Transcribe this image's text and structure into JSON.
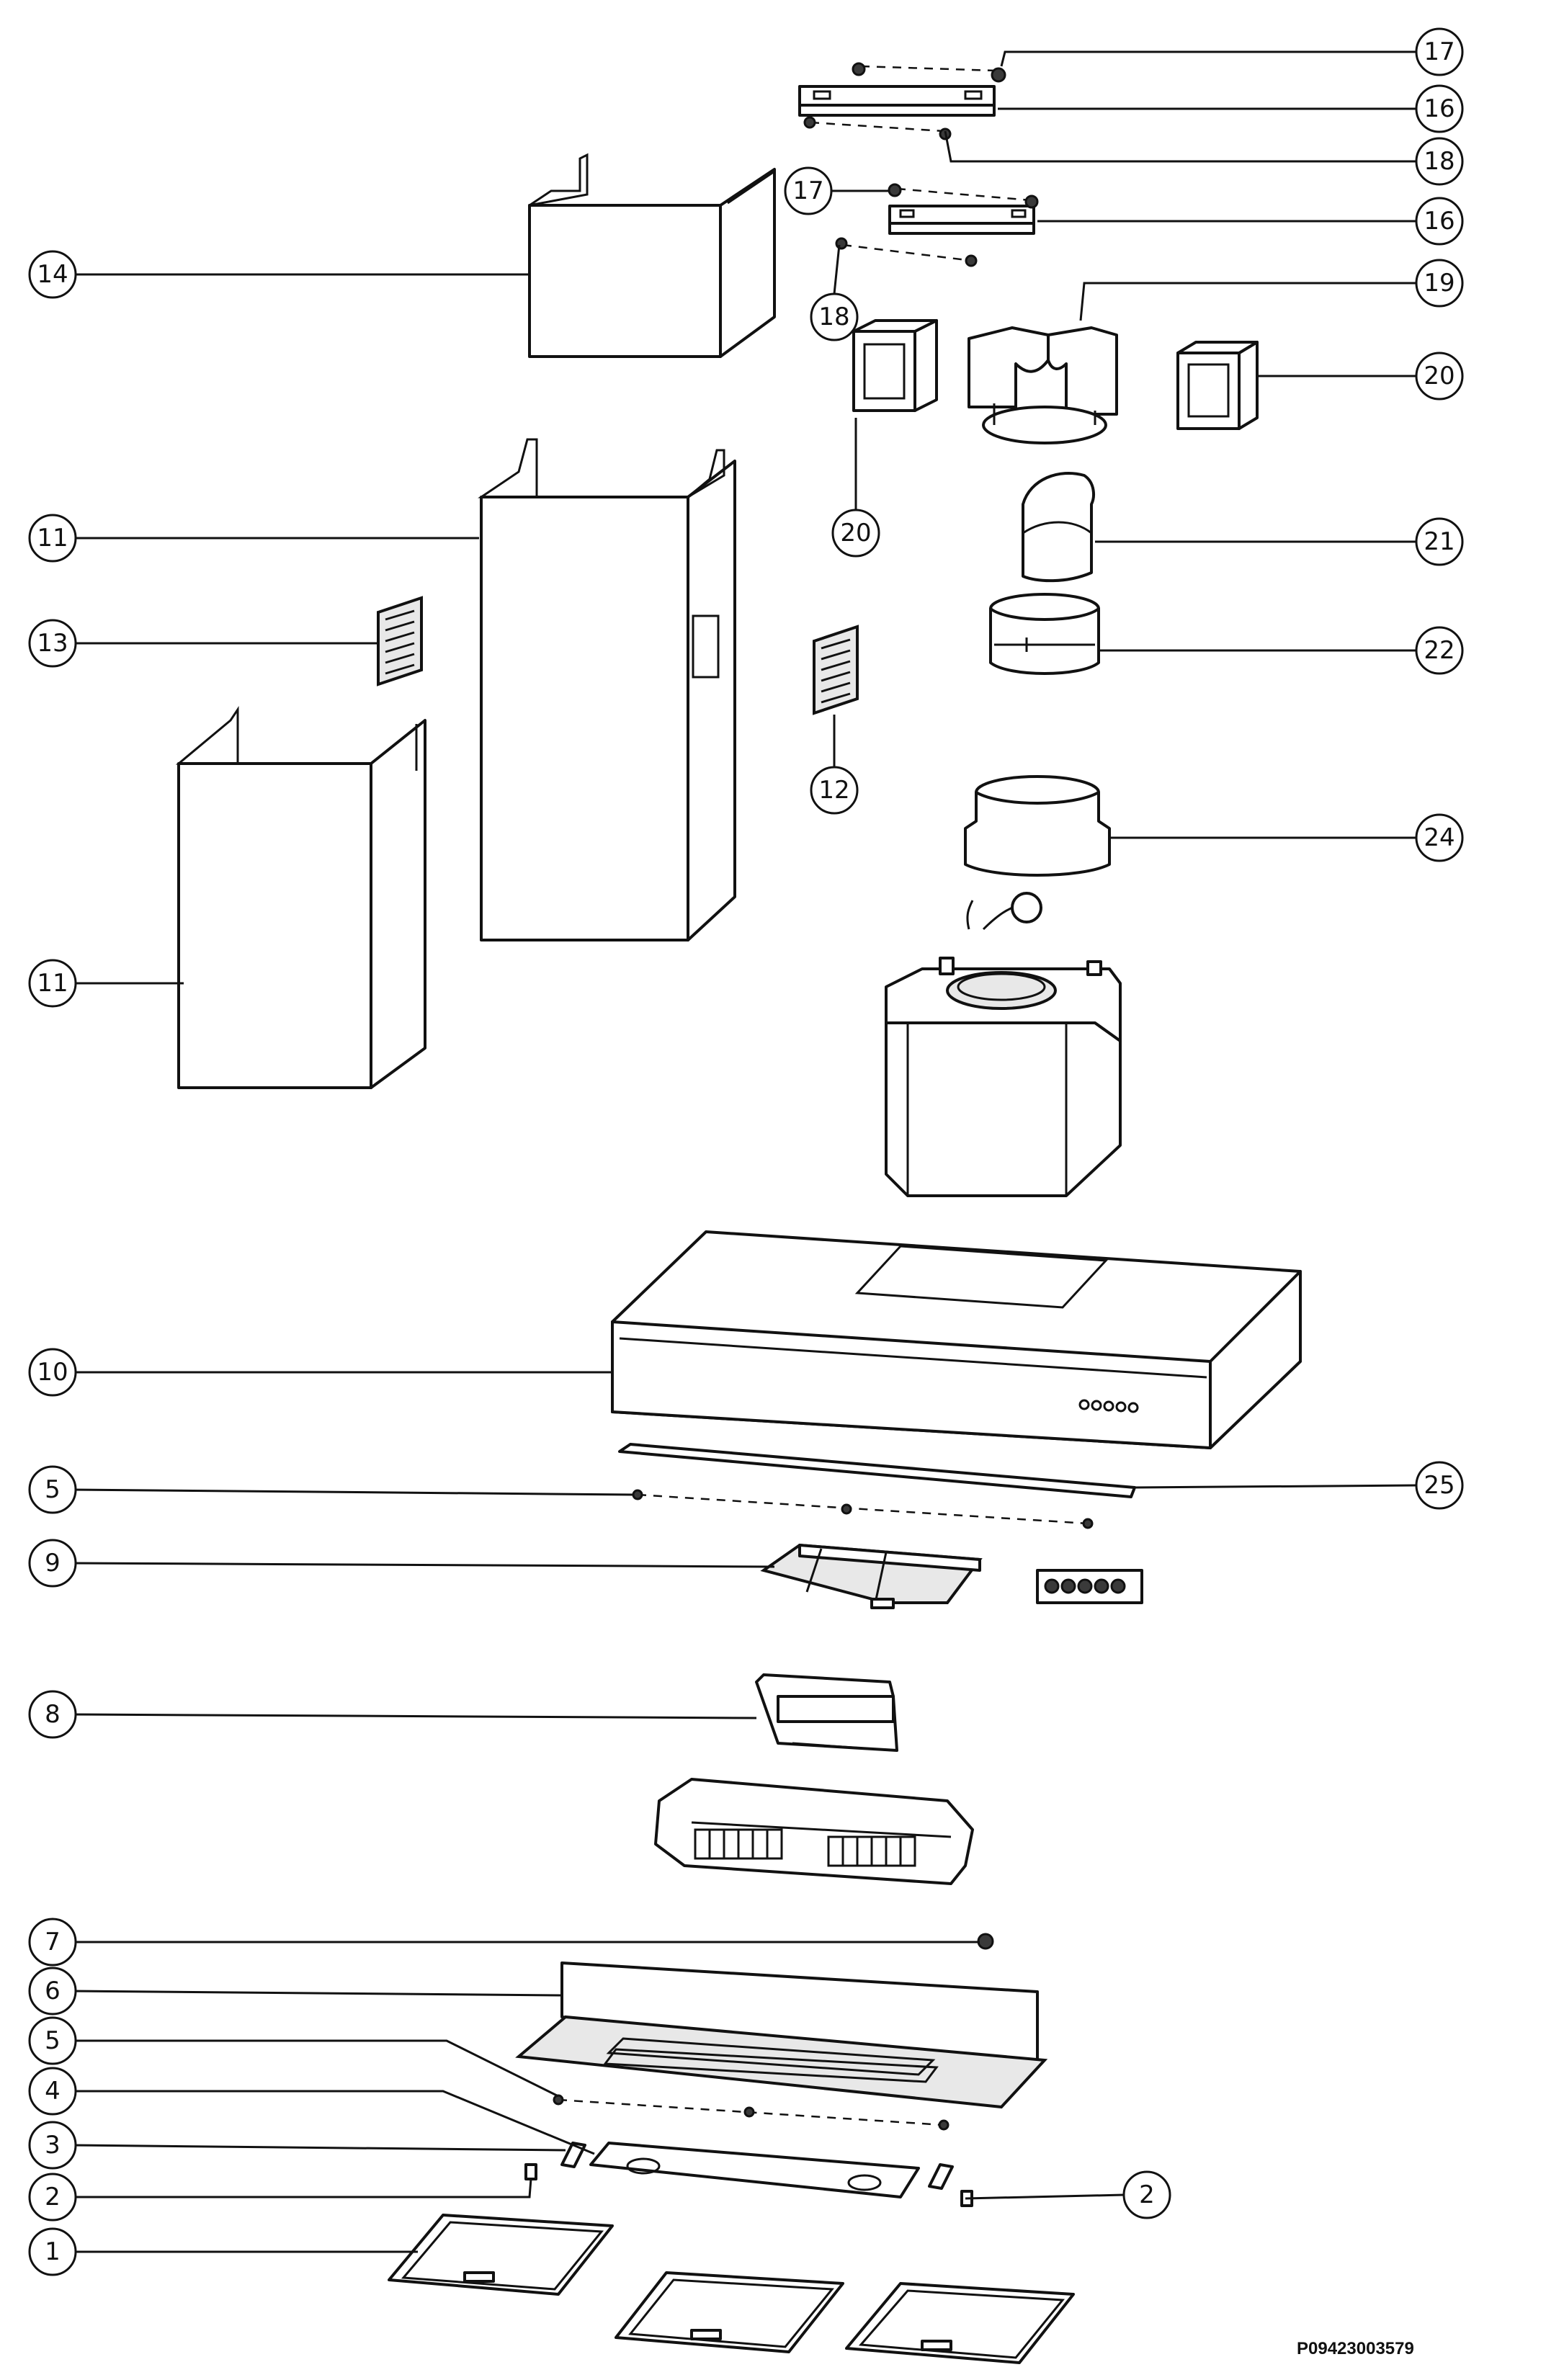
{
  "diagram": {
    "document_code": "P09423003579",
    "callouts": [
      {
        "key": "c17a",
        "label": "17"
      },
      {
        "key": "c16a",
        "label": "16"
      },
      {
        "key": "c18a",
        "label": "18"
      },
      {
        "key": "c17b",
        "label": "17"
      },
      {
        "key": "c16b",
        "label": "16"
      },
      {
        "key": "c14",
        "label": "14"
      },
      {
        "key": "c19",
        "label": "19"
      },
      {
        "key": "c18b",
        "label": "18"
      },
      {
        "key": "c20a",
        "label": "20"
      },
      {
        "key": "c20b",
        "label": "20"
      },
      {
        "key": "c11a",
        "label": "11"
      },
      {
        "key": "c21",
        "label": "21"
      },
      {
        "key": "c13",
        "label": "13"
      },
      {
        "key": "c22",
        "label": "22"
      },
      {
        "key": "c12",
        "label": "12"
      },
      {
        "key": "c24",
        "label": "24"
      },
      {
        "key": "c11b",
        "label": "11"
      },
      {
        "key": "c10",
        "label": "10"
      },
      {
        "key": "c5a",
        "label": "5"
      },
      {
        "key": "c25",
        "label": "25"
      },
      {
        "key": "c9",
        "label": "9"
      },
      {
        "key": "c8",
        "label": "8"
      },
      {
        "key": "c7",
        "label": "7"
      },
      {
        "key": "c6",
        "label": "6"
      },
      {
        "key": "c5b",
        "label": "5"
      },
      {
        "key": "c4",
        "label": "4"
      },
      {
        "key": "c3",
        "label": "3"
      },
      {
        "key": "c2a",
        "label": "2"
      },
      {
        "key": "c2b",
        "label": "2"
      },
      {
        "key": "c1",
        "label": "1"
      }
    ]
  }
}
